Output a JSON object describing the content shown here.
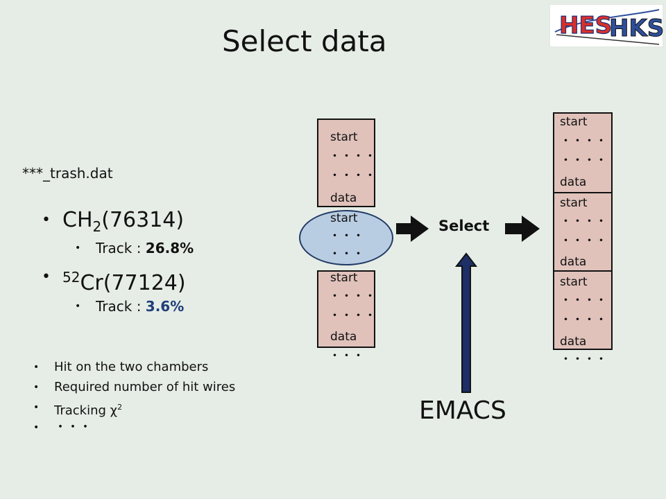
{
  "title": "Select data",
  "logo": {
    "text_part1": "HES",
    "text_part2": "HKS"
  },
  "filename": "***_trash.dat",
  "targets": [
    {
      "formula_main": "CH",
      "formula_sub": "2",
      "formula_rest": "(76314)",
      "track_label": "Track : ",
      "track_value": "26.8%"
    },
    {
      "formula_sup": "52",
      "formula_main": "Cr",
      "formula_rest": "(77124)",
      "track_label": "Track : ",
      "track_value": "3.6%"
    }
  ],
  "criteria": [
    "Hit on the two chambers",
    "Required number of hit wires",
    "Tracking χ",
    "・・・"
  ],
  "criteria_sup": "2",
  "bullet": "•",
  "diagram": {
    "start": "start",
    "data": "data",
    "dots3": "・・・",
    "dots4": "・・・・",
    "select": "Select",
    "tool": "EMACS"
  }
}
